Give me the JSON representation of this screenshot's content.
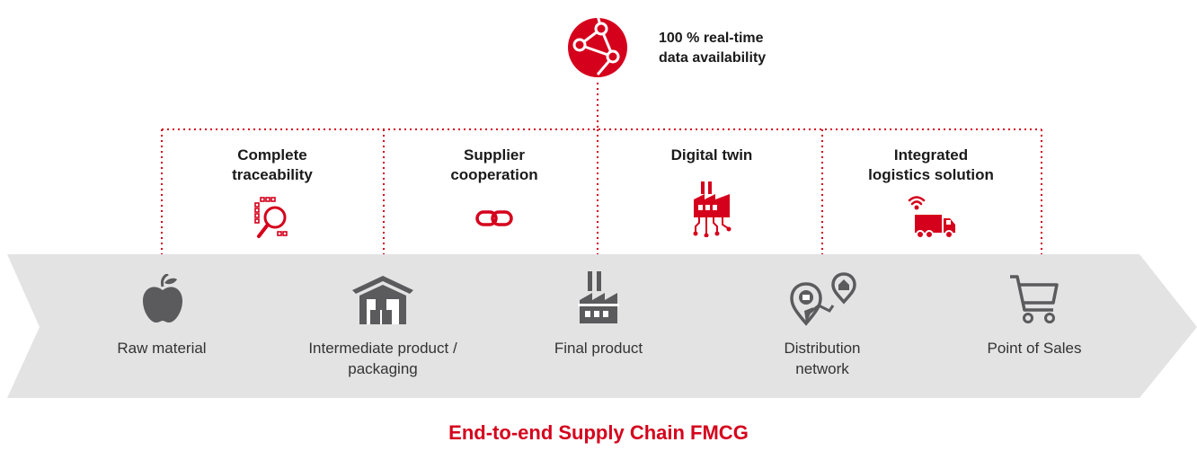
{
  "colors": {
    "accent": "#d5001c",
    "band": "#e3e3e4",
    "stage_icon": "#5b5b5d",
    "text": "#1a1a1a"
  },
  "hub": {
    "icon": "globe-network-icon",
    "line1": "100 % real-time",
    "line2": "data availability"
  },
  "capabilities": [
    {
      "icon": "traceability-magnifier-icon",
      "line1": "Complete",
      "line2": "traceability"
    },
    {
      "icon": "chain-link-icon",
      "line1": "Supplier",
      "line2": "cooperation"
    },
    {
      "icon": "digital-factory-icon",
      "line1": "Digital twin",
      "line2": ""
    },
    {
      "icon": "connected-truck-icon",
      "line1": "Integrated",
      "line2": "logistics solution"
    }
  ],
  "stages": [
    {
      "icon": "apple-icon",
      "line1": "Raw material",
      "line2": ""
    },
    {
      "icon": "warehouse-icon",
      "line1": "Intermediate product /",
      "line2": "packaging"
    },
    {
      "icon": "factory-icon",
      "line1": "Final product",
      "line2": ""
    },
    {
      "icon": "map-pins-icon",
      "line1": "Distribution",
      "line2": "network"
    },
    {
      "icon": "shopping-cart-icon",
      "line1": "Point of Sales",
      "line2": ""
    }
  ],
  "footer": {
    "title": "End-to-end Supply Chain FMCG"
  }
}
